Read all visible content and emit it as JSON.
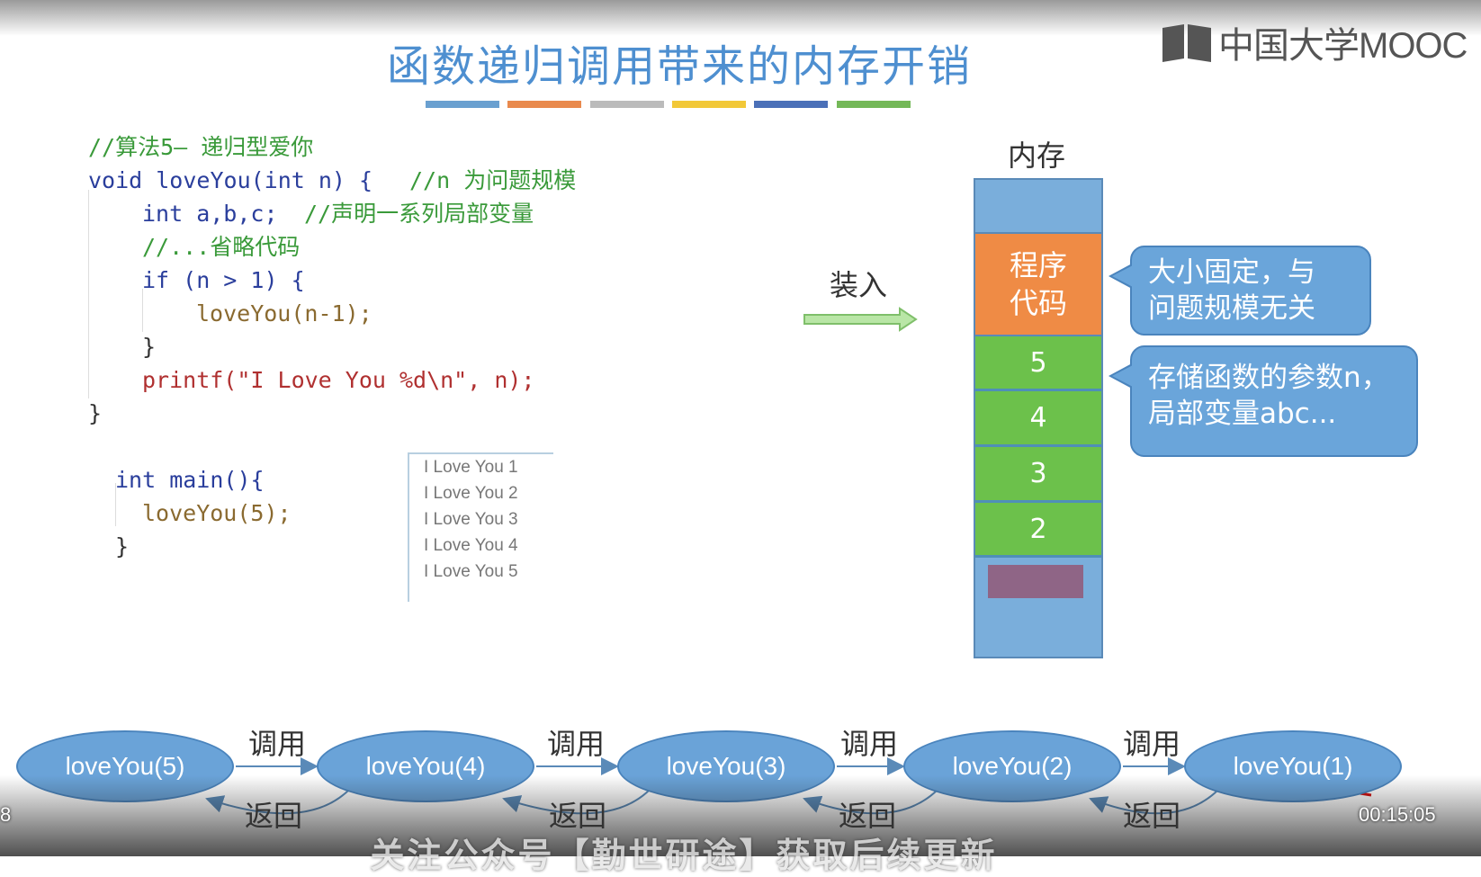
{
  "slide": {
    "title": "函数递归调用带来的内存开销",
    "color_bar_colors": [
      "#6aa0d0",
      "#e98a4d",
      "#bbbbbb",
      "#f2c838",
      "#4b70b8",
      "#74b858"
    ]
  },
  "logo": {
    "text": "中国大学MOOC"
  },
  "code": {
    "lines": [
      "//算法5— 递归型爱你",
      "void loveYou(int n) {",
      "//n 为问题规模",
      "int a,b,c;",
      "//声明一系列局部变量",
      "//...省略代码",
      "if (n > 1) {",
      "loveYou(n-1);",
      "}",
      "printf(\"I Love You %d\\n\", n);",
      "}",
      "int main(){",
      "loveYou(5);",
      "}"
    ]
  },
  "output": {
    "lines": [
      "I Love You 1",
      "I Love You 2",
      "I Love You 3",
      "I Love You 4",
      "I Love You 5"
    ]
  },
  "memory": {
    "label": "内存",
    "load_label": "装入",
    "program_code_label": "程序\n代码",
    "frames": [
      "5",
      "4",
      "3",
      "2"
    ]
  },
  "callouts": {
    "fixed": "大小固定，与\n问题规模无关",
    "params": "存储函数的参数n，\n局部变量abc..."
  },
  "call_chain": {
    "nodes": [
      "loveYou(5)",
      "loveYou(4)",
      "loveYou(3)",
      "loveYou(2)",
      "loveYou(1)"
    ],
    "call_label": "调用",
    "return_label": "返回"
  },
  "player": {
    "timecode": "00:15:05",
    "left_indicator": "8",
    "subtitle": "关注公众号【勤世研途】获取后续更新"
  }
}
